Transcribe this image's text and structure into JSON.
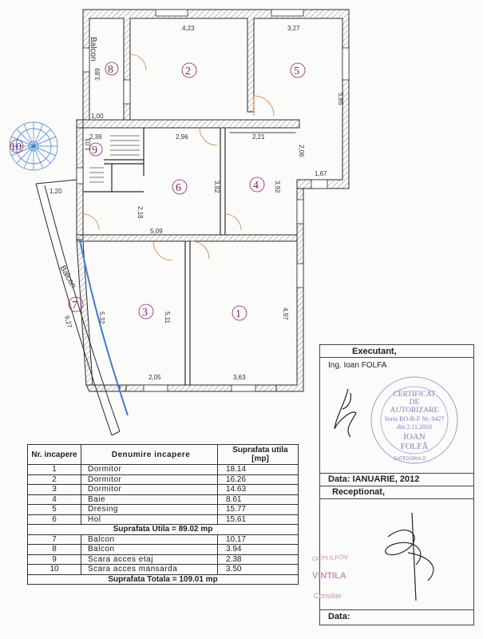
{
  "plan": {
    "dims": {
      "d423": "4,23",
      "d327": "3,27",
      "d389": "3,89",
      "d100": "1,00",
      "d585": "5,85",
      "d239": "2,39",
      "d103": "1,03",
      "d296": "2,96",
      "d221": "2,21",
      "d206": "2,06",
      "d167": "1,67",
      "d120": "1,20",
      "d382": "3,82",
      "d392": "3,92",
      "d218": "2,18",
      "d509": "5,09",
      "d532": "5,32",
      "d511": "5,11",
      "d497": "4,97",
      "d927": "9,27",
      "d205": "2,05",
      "d363": "3,63"
    },
    "balcon_top": "Balcon",
    "balcon_left": "Balcon",
    "rooms": {
      "r1": "1",
      "r2": "2",
      "r3": "3",
      "r4": "4",
      "r5": "5",
      "r6": "6",
      "r7": "7",
      "r8": "8",
      "r9": "9",
      "r10": "10"
    }
  },
  "table": {
    "headers": {
      "nr": "Nr. incapere",
      "den": "Denumire incapere",
      "sup": "Suprafata utila [mp]"
    },
    "rows": [
      {
        "nr": "1",
        "den": "Dormitor",
        "sup": "18.14"
      },
      {
        "nr": "2",
        "den": "Dormitor",
        "sup": "16.26"
      },
      {
        "nr": "3",
        "den": "Dormitor",
        "sup": "14.63"
      },
      {
        "nr": "4",
        "den": "Baie",
        "sup": "8.61"
      },
      {
        "nr": "5",
        "den": "Dresing",
        "sup": "15.77"
      },
      {
        "nr": "6",
        "den": "Hol",
        "sup": "15.61"
      }
    ],
    "sum_utila": "Suprafata Utila = 89.02 mp",
    "rows2": [
      {
        "nr": "7",
        "den": "Balcon",
        "sup": "10.17"
      },
      {
        "nr": "8",
        "den": "Balcon",
        "sup": "3.94"
      },
      {
        "nr": "9",
        "den": "Scara acces etaj",
        "sup": "2.38"
      },
      {
        "nr": "10",
        "den": "Scara acces mansarda",
        "sup": "3.50"
      }
    ],
    "sum_totala": "Suprafata Totala = 109.01 mp"
  },
  "panel": {
    "executant": "Executant,",
    "engineer": "Ing. Ioan FOLFA",
    "stamp": {
      "l1": "CERTIFICAT",
      "l2": "DE",
      "l3": "AUTORIZARE",
      "l4": "Seria RO-B-F Nr. 0427",
      "l5": "din 2.11.2010",
      "l6": "IOAN",
      "l7": "FOLFĂ",
      "categoria": "CATEGORIA D"
    },
    "data1": "Data: IANUARIE, 2012",
    "receptionat": "Receptionat,",
    "stamp2_l1": "OCPI ILFOV",
    "stamp2_l2": "VINTILA",
    "stamp2_l3": "Consilier",
    "data2": "Data:"
  },
  "colors": {
    "wall": "#2a2a2a",
    "hatch": "#8a8a8a",
    "room_num": "#8a1f6a",
    "stair": "#3a7fd0",
    "stamp": "#7e7ec8"
  }
}
